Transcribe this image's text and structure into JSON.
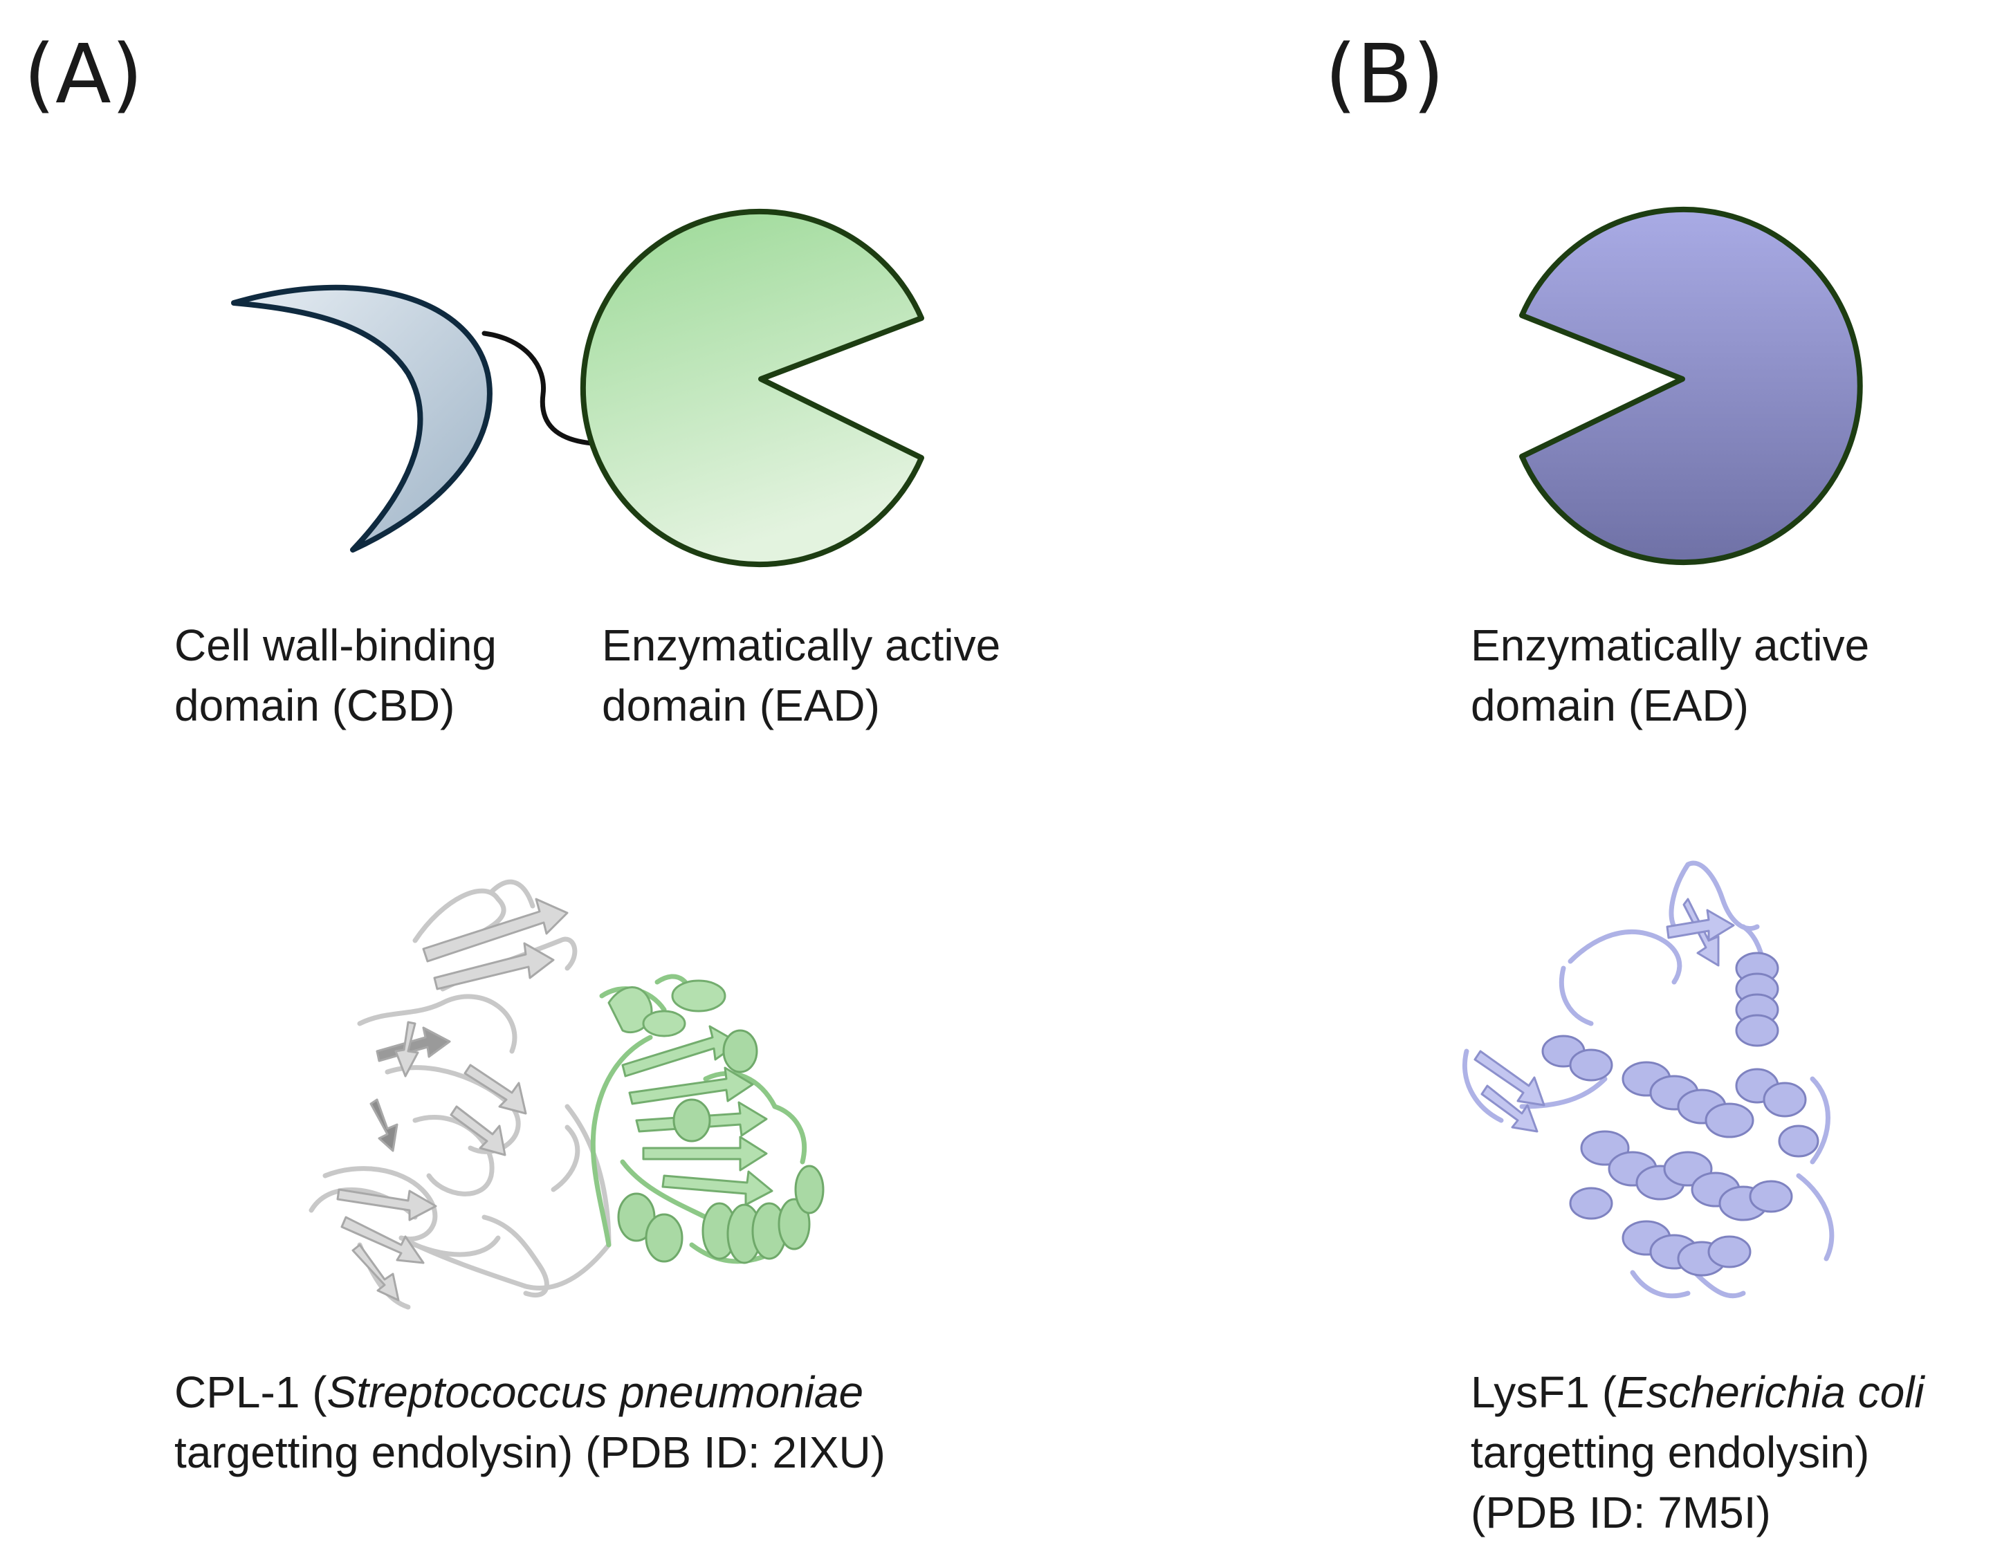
{
  "figure": {
    "panel_a": {
      "label": "(A)",
      "cbd_label": {
        "line1": "Cell wall-binding",
        "line2": "domain (CBD)"
      },
      "ead_label": {
        "line1": "Enzymatically active",
        "line2": "domain (EAD)"
      },
      "structure_caption": {
        "line1_prefix": "CPL-1 (",
        "line1_italic": "Streptococcus pneumoniae",
        "line2": "targetting endolysin) (PDB ID: 2IXU)"
      },
      "colors": {
        "cbd_fill": "#c9d6e3",
        "cbd_stroke": "#0f2a3f",
        "ead_fill": "#a6dca0",
        "ead_stroke": "#1d3d12",
        "structure_cbd": "#d6d6d6",
        "structure_ead": "#a9d9a4"
      }
    },
    "panel_b": {
      "label": "(B)",
      "ead_label": {
        "line1": "Enzymatically active",
        "line2": "domain (EAD)"
      },
      "structure_caption": {
        "line1_prefix": "LysF1 (",
        "line1_italic": "Escherichia coli",
        "line2": "targetting endolysin)",
        "line3": "(PDB ID: 7M5I)"
      },
      "colors": {
        "ead_fill": "#9ea1de",
        "ead_stroke": "#1d3d12",
        "structure": "#b5b9ea"
      }
    }
  }
}
